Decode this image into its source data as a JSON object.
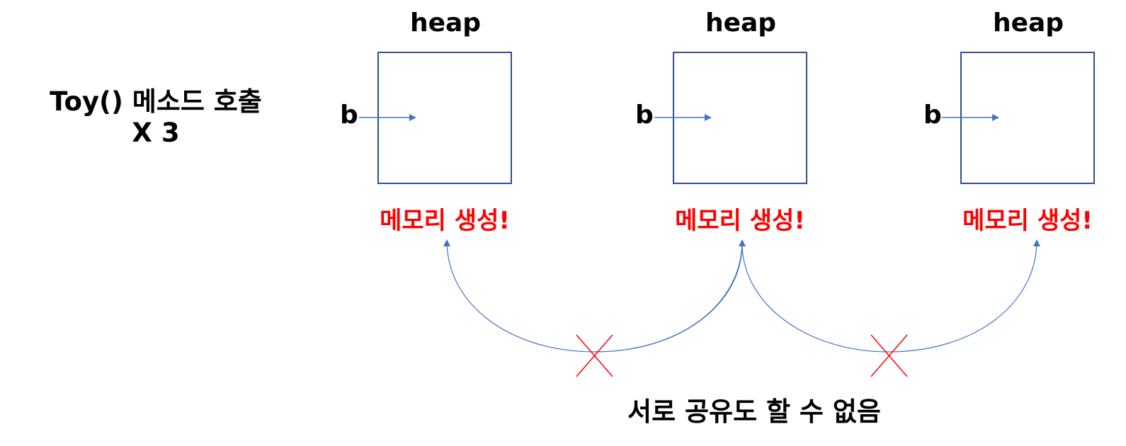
{
  "title": {
    "line1": "Toy() 메소드 호출",
    "line2": "X 3"
  },
  "columns": [
    {
      "heap_label": "heap",
      "ref_label": "b",
      "status_label": "메모리 생성!"
    },
    {
      "heap_label": "heap",
      "ref_label": "b",
      "status_label": "메모리 생성!"
    },
    {
      "heap_label": "heap",
      "ref_label": "b",
      "status_label": "메모리 생성!"
    }
  ],
  "footer": {
    "text": "서로 공유도 할 수 없음"
  },
  "colors": {
    "box": "#2f4f8f",
    "arrow": "#4472c4",
    "accent": "#ff0000"
  }
}
